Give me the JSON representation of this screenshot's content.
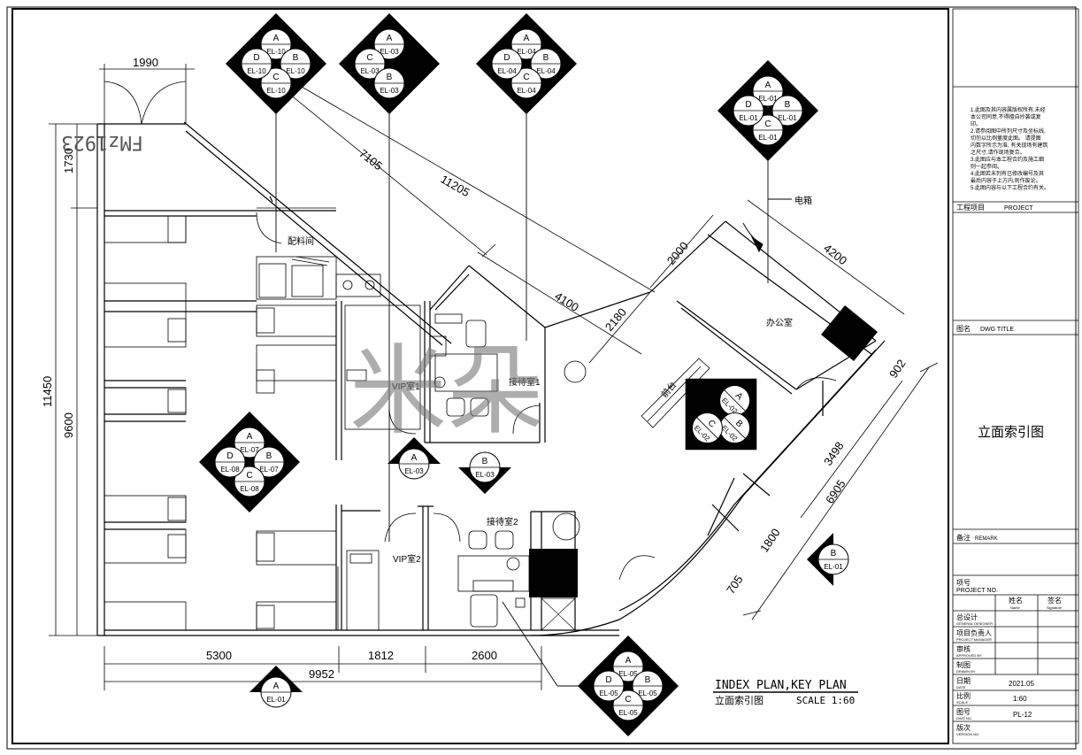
{
  "drawing": {
    "dimensions": {
      "top_width": "1990",
      "left_total": "11450",
      "left_top": "1730",
      "left_bottom": "9600",
      "bottom_a": "5300",
      "bottom_b": "1812",
      "bottom_c": "2600",
      "bottom_total": "9952",
      "diag_7105": "7105",
      "diag_11205": "11205",
      "diag_4100": "4100",
      "diag_2180": "2180",
      "diag_2000": "2000",
      "diag_4200": "4200",
      "right_902": "902",
      "right_3498": "3498",
      "right_6905": "6905",
      "right_1800": "1800",
      "right_705": "705"
    },
    "rooms": {
      "peiliao": "配料间",
      "vip1": "VIP室1",
      "vip2": "VIP室2",
      "jiedai1": "接待室1",
      "jiedai2": "接待室2",
      "bangong": "办公室",
      "dianxiang": "电箱",
      "desk": "前台",
      "mirror_text": "FMz1923"
    },
    "watermark": "米朵",
    "index_markers": [
      {
        "id": "m-el10",
        "labels": [
          "A",
          "B",
          "C",
          "D"
        ],
        "codes": [
          "EL-10",
          "EL-10",
          "EL-10",
          "EL-10"
        ]
      },
      {
        "id": "m-el03top",
        "labels": [
          "A",
          "C",
          "B"
        ],
        "codes": [
          "EL-03",
          "EL-03",
          "EL-03"
        ]
      },
      {
        "id": "m-el04",
        "labels": [
          "A",
          "B",
          "C",
          "D"
        ],
        "codes": [
          "EL-04",
          "EL-04",
          "EL-04",
          "EL-04"
        ]
      },
      {
        "id": "m-el01",
        "labels": [
          "A",
          "B",
          "C",
          "D"
        ],
        "codes": [
          "EL-01",
          "EL-01",
          "EL-01",
          "EL-01"
        ]
      },
      {
        "id": "m-el07",
        "labels": [
          "A",
          "B",
          "C",
          "D"
        ],
        "codes": [
          "EL-07",
          "EL-07",
          "EL-08",
          "EL-08"
        ]
      },
      {
        "id": "m-el03a",
        "labels": [
          "A"
        ],
        "codes": [
          "EL-03"
        ]
      },
      {
        "id": "m-el03b",
        "labels": [
          "B"
        ],
        "codes": [
          "EL-03"
        ]
      },
      {
        "id": "m-el02",
        "labels": [
          "A",
          "B",
          "C"
        ],
        "codes": [
          "EL-02",
          "EL-02",
          "EL-02"
        ]
      },
      {
        "id": "m-el01b",
        "labels": [
          "B"
        ],
        "codes": [
          "EL-01"
        ]
      },
      {
        "id": "m-el01a",
        "labels": [
          "A"
        ],
        "codes": [
          "EL-01"
        ]
      },
      {
        "id": "m-el05",
        "labels": [
          "A",
          "B",
          "C",
          "D"
        ],
        "codes": [
          "EL-05",
          "EL-05",
          "EL-05",
          "EL-05"
        ]
      }
    ],
    "plan_title_en": "INDEX PLAN,KEY PLAN",
    "plan_title_cn": "立面索引图",
    "plan_scale": "SCALE 1:60"
  },
  "title_block": {
    "notes": [
      "1.此图及其内容属版权所有,未经",
      "本公司同意,不得擅自抄袭或复",
      "印。",
      "2.请参阅图中所列尺寸及坐标线,",
      "切勿以比例量度此图。 请提图",
      "内数字所示为准, 有关现场有建筑",
      "之尺寸,请作现场复合。",
      "3.此图应与本工程合约及施工细",
      "则一起参阅。",
      "4.此图若未列有已修改编号及其",
      "最后内容于上方内,则作废论。",
      "5.此图内容与以下工程合约有关。"
    ],
    "project_label": "工程项目",
    "project_label_en": "PROJECT",
    "dwg_label": "图名",
    "dwg_label_en": "DWG TITLE",
    "dwg_title": "立面索引图",
    "remark_label": "备注",
    "remark_label_en": "REMARK",
    "project_no_label": "项号",
    "project_no_label_en": "PROJECT NO.",
    "name_col": "姓名",
    "name_col_en": "Name",
    "sign_col": "签名",
    "sign_col_en": "Signature",
    "designer": "总设计",
    "designer_en": "GENERAL DESIGNER",
    "manager": "项目负责人",
    "manager_en": "PROJECT MANAGER",
    "approver": "审核",
    "approver_en": "APPROVED BY",
    "drawn": "制图",
    "drawn_en": "DRAWN BY",
    "date_label": "日期",
    "date_label_en": "DATE",
    "date_value": "2021.05",
    "scale_label": "比例",
    "scale_label_en": "SCALE",
    "scale_value": "1:60",
    "dwg_no_label": "图号",
    "dwg_no_label_en": "DWG NO.",
    "dwg_no_value": "PL-12",
    "version_label": "版次",
    "version_label_en": "VERSION NO."
  }
}
